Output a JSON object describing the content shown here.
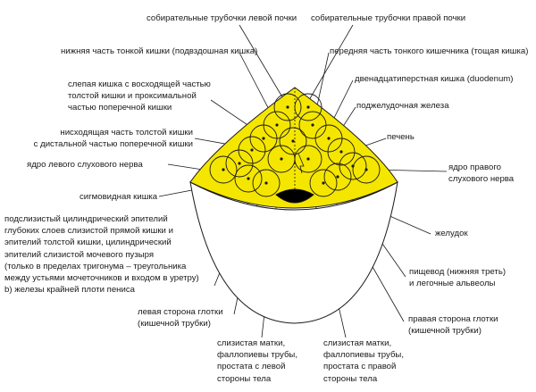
{
  "labels": {
    "collecting_tubules_left_kidney": "собирательные трубочки левой почки",
    "collecting_tubules_right_kidney": "собирательные трубочки правой почки",
    "lower_small_intestine_ileum": "нижняя часть тонкой кишки (подвздошная кишка)",
    "front_small_intestine_jejunum": "передняя часть тонкого кишечника (тощая кишка)",
    "cecum_ascending_colon": "слепая кишка с восходящей частью\nтолстой кишки и проксимальной\nчастью поперечной кишки",
    "duodenum": "двенадцатиперстная кишка (duodenum)",
    "pancreas": "поджелудочная железа",
    "descending_colon": "нисходящая часть толстой кишки\nс дистальной частью поперечной кишки",
    "liver": "печень",
    "left_acoustic_nerve_nucleus": "ядро левого слухового нерва",
    "right_acoustic_nerve_nucleus": "ядро правого\nслухового нерва",
    "sigmoid_colon": "сигмовидная кишка",
    "epithelium_note": "подслизистый цилиндрический эпителий\nглубоких слоев слизистой прямой кишки и\nэпителий толстой кишки, цилиндрический\nэпителий слизистой мочевого пузыря\n(только в пределах тригонума – треугольника\nмежду устьями мочеточников и входом в уретру)\nb) железы крайней плоти пениса",
    "stomach": "желудок",
    "esophagus_lungs": "пищевод (нижняя треть)\nи легочные альвеолы",
    "pharynx_left": "левая сторона глотки\n(кишечной трубки)",
    "pharynx_right": "правая сторона глотки\n(кишечной трубки)",
    "uterus_left": "слизистая матки,\nфаллопиевы трубы,\nпростата с левой\nстороны тела",
    "uterus_right": "слизистая матки,\nфаллопиевы трубы,\nпростата с правой\nстороны тела"
  },
  "colors": {
    "fill_yellow": "#f5e600",
    "outline": "#1a1a1a",
    "dark_region": "#000000",
    "background": "#ffffff"
  }
}
